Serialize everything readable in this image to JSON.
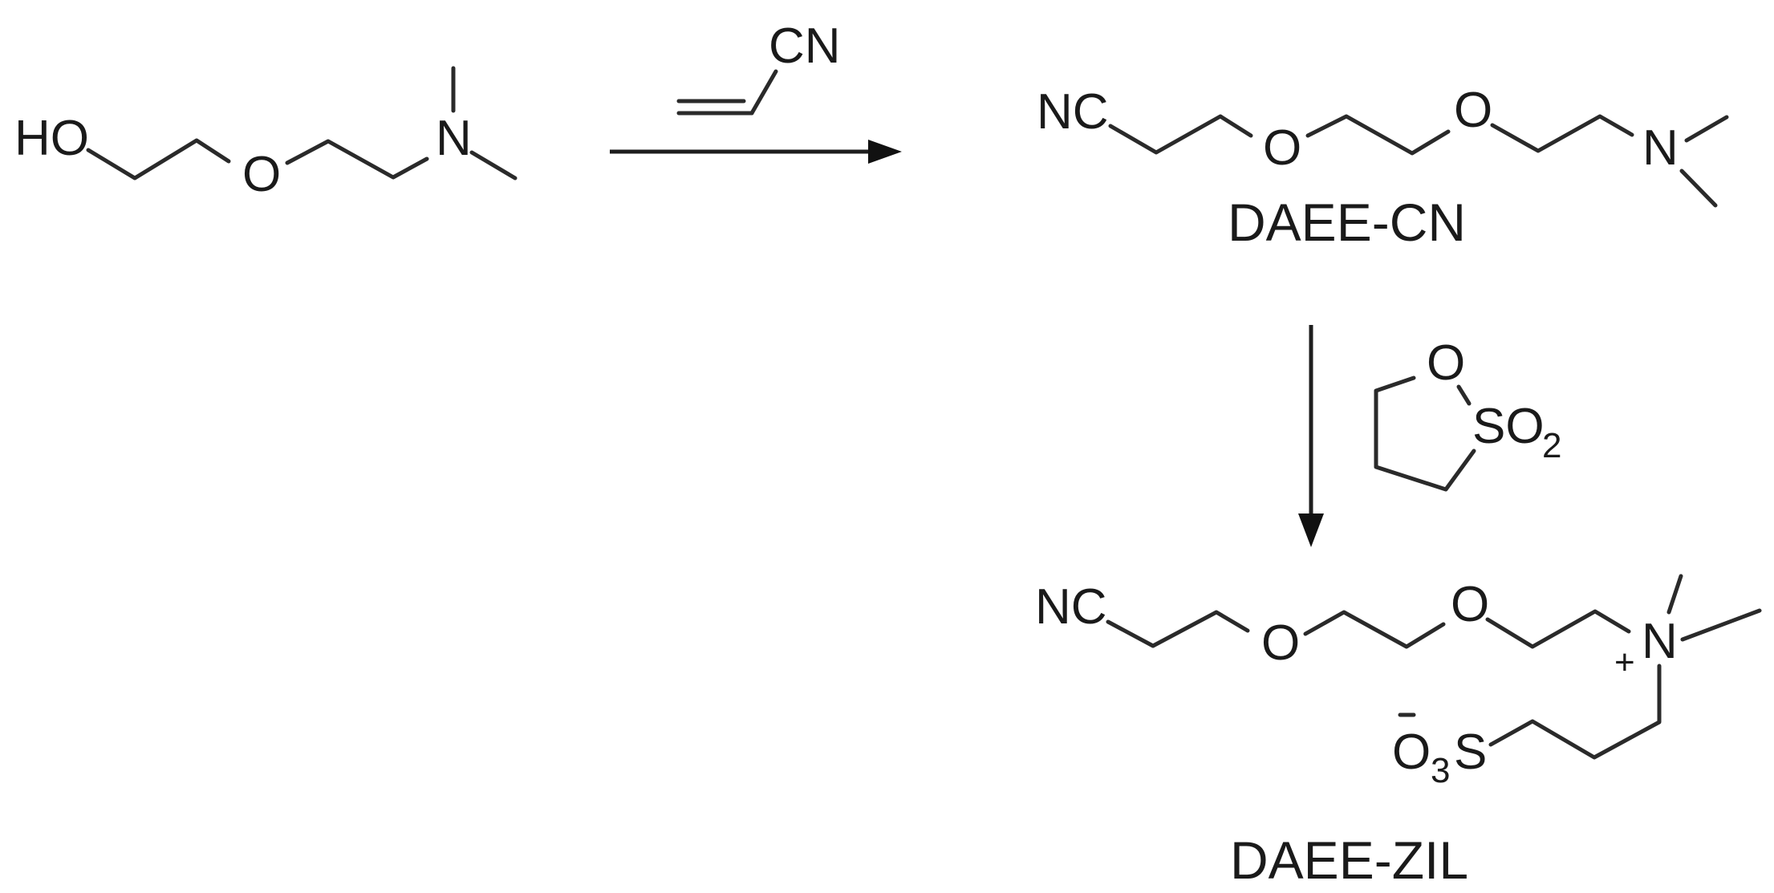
{
  "diagram": {
    "type": "reaction-scheme",
    "colors": {
      "ink": "#1a1a1a",
      "background": "#ffffff"
    },
    "starting_material": {
      "atoms": {
        "hydroxyl": "HO",
        "ether_oxygen": "O",
        "amine_nitrogen": "N"
      }
    },
    "step1": {
      "reagent": {
        "label": "CN",
        "description": "acrylonitrile (vinyl double bond with CN)"
      },
      "arrow_direction": "right"
    },
    "intermediate": {
      "name": "DAEE-CN",
      "atoms": {
        "nitrile": "NC",
        "ether_oxygen_1": "O",
        "ether_oxygen_2": "O",
        "amine_nitrogen": "N"
      }
    },
    "step2": {
      "reagent": {
        "ring_oxygen": "O",
        "sulfonyl": "SO",
        "sulfonyl_subscript": "2",
        "description": "1,3-propane sultone"
      },
      "arrow_direction": "down"
    },
    "product": {
      "name": "DAEE-ZIL",
      "atoms": {
        "nitrile": "NC",
        "ether_oxygen_1": "O",
        "ether_oxygen_2": "O",
        "ammonium_nitrogen": "N",
        "ammonium_charge": "+",
        "sulfonate_oxygen": "O",
        "sulfonate_subscript": "3",
        "sulfonate_sulfur": "S",
        "sulfonate_charge": "-"
      }
    }
  }
}
